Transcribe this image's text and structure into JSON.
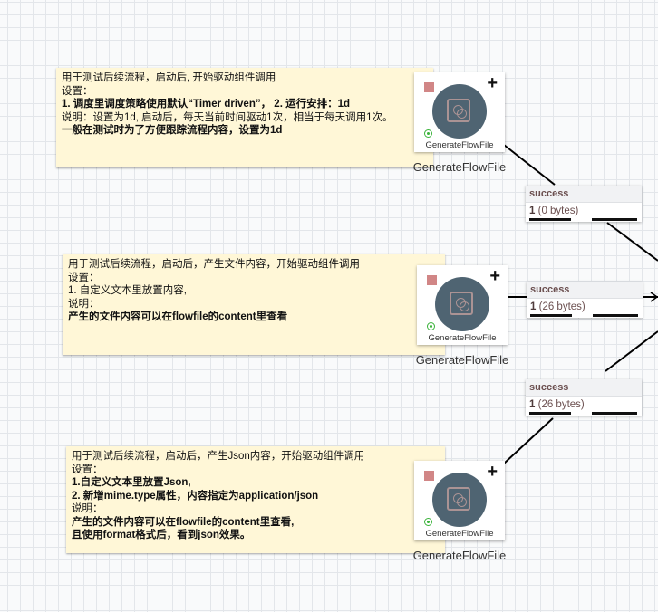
{
  "labels": [
    {
      "lines": [
        "用于测试后续流程，启动后, 开始驱动组件调用",
        "设置：",
        "1. 调度里调度策略使用默认“Timer driven”，   2. 运行安排：1d",
        "说明：设置为1d, 启动后，每天当前时间驱动1次，相当于每天调用1次。",
        "一般在测试时为了方便跟踪流程内容，设置为1d"
      ]
    },
    {
      "lines": [
        "用于测试后续流程，启动后，产生文件内容，开始驱动组件调用",
        "设置：",
        "1. 自定义文本里放置内容,",
        "说明：",
        "产生的文件内容可以在flowfile的content里查看"
      ]
    },
    {
      "lines": [
        "用于测试后续流程，启动后，产生Json内容，开始驱动组件调用",
        "设置：",
        "1.自定义文本里放置Json,",
        "2. 新增mime.type属性，内容指定为application/json",
        "说明：",
        "产生的文件内容可以在flowfile的content里查看,",
        "且使用format格式后，看到json效果。"
      ]
    }
  ],
  "processors": [
    {
      "type": "GenerateFlowFile",
      "name": "GenerateFlowFile",
      "state": "running"
    },
    {
      "type": "GenerateFlowFile",
      "name": "GenerateFlowFile",
      "state": "running"
    },
    {
      "type": "GenerateFlowFile",
      "name": "GenerateFlowFile",
      "state": "running"
    }
  ],
  "connections": [
    {
      "relationship": "success",
      "count": "1",
      "size": "(0 bytes)"
    },
    {
      "relationship": "success",
      "count": "1",
      "size": "(26 bytes)"
    },
    {
      "relationship": "success",
      "count": "1",
      "size": "(26 bytes)"
    }
  ],
  "colors": {
    "label_bg": "#fff7d7",
    "processor_icon": "#4f6472",
    "stopped_indicator": "#d18686",
    "running_indicator": "#3ab33a",
    "connection_text": "#6b4f4f"
  }
}
